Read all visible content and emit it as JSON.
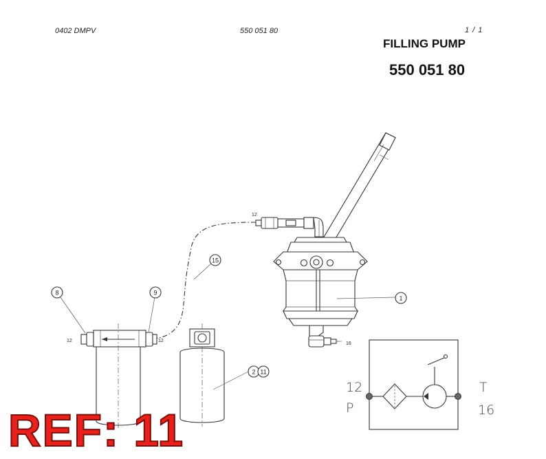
{
  "header": {
    "doc_code": "0402 DMPV",
    "part_number_small": "550 051 80",
    "page": "1 /  1",
    "title": "FILLING PUMP",
    "part_number": "550 051 80"
  },
  "callouts": {
    "pump": "1",
    "filter_a": "2",
    "filter_b": "11",
    "fitting_left": "8",
    "fitting_right": "9",
    "hose": "15"
  },
  "dimensions": {
    "d12_top": "12",
    "d12_left": "12",
    "d12_right": "12",
    "d16": "16"
  },
  "schematic": {
    "label_12": "12",
    "label_p": "P",
    "label_t": "T",
    "label_16": "16"
  },
  "ref_label": "REF: 11"
}
